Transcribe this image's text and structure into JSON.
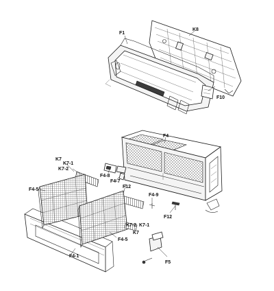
{
  "labels": {
    "f1": "F1",
    "k8": "K8",
    "f10": "F10",
    "f4": "F4",
    "k7_top": "K7",
    "k7_1_top": "K7-1",
    "k7_2_top": "K7-2",
    "f4_8": "F4-8",
    "f4_7": "F4-7",
    "f4_5_left": "F4-5",
    "f12_a": "F12",
    "f4_9": "F4-9",
    "f12_b": "F12",
    "k7_2_bottom": "K7-2",
    "k7_1_bottom": "K7-1",
    "k7_bottom": "K7",
    "f4_5_bottom": "F4-5",
    "f4_1": "F4-1",
    "f5": "F5"
  }
}
